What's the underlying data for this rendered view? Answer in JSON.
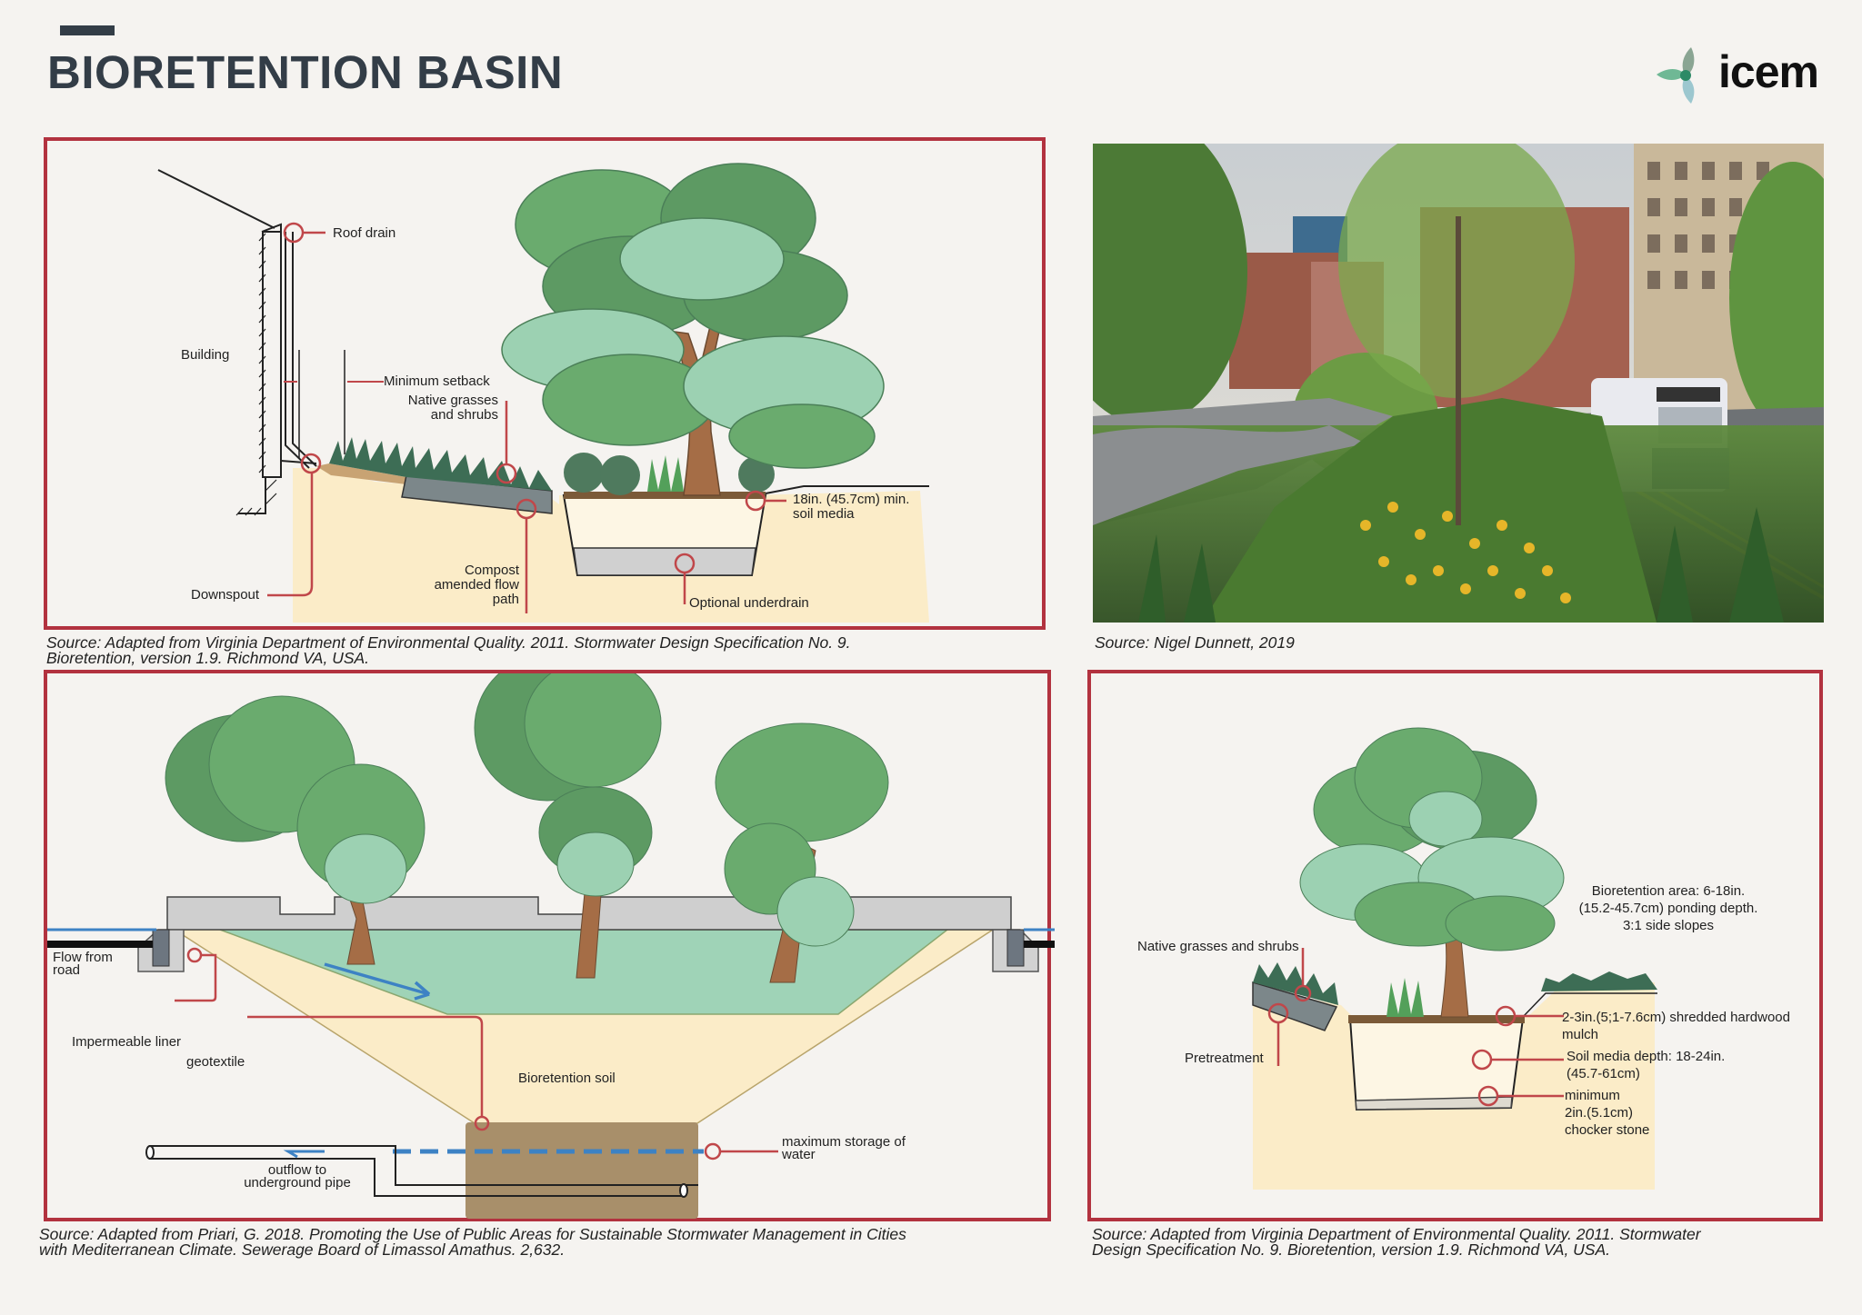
{
  "page": {
    "title": "BIORETENTION BASIN",
    "logo": {
      "text": "icem",
      "icon": "leaf-trefoil-icon",
      "colors": [
        "#6fb895",
        "#8aa593",
        "#9cc7cf",
        "#2d8a66"
      ]
    }
  },
  "colors": {
    "panel_border": "#b2323f",
    "callout": "#c0474a",
    "soil": "#fbecc8",
    "water": "#9fd3b7",
    "gravel": "#a88f6a",
    "foliage_dark": "#5d9a63",
    "foliage_mid": "#6aab6e",
    "foliage_light": "#9cd1b2",
    "trunk": "#a56d46"
  },
  "panels": {
    "top_left": {
      "labels": {
        "roof_drain": "Roof drain",
        "building": "Building",
        "minimum_setback": "Minimum setback",
        "native_grasses_1": "Native grasses",
        "native_grasses_2": "and shrubs",
        "soil_media_1": "18in. (45.7cm) min.",
        "soil_media_2": "soil media",
        "downspout": "Downspout",
        "compost_1": "Compost",
        "compost_2": "amended flow",
        "compost_3": "path",
        "underdrain": "Optional underdrain"
      },
      "caption_1": "Source: Adapted from Virginia Department of Environmental Quality. 2011. Stormwater Design Specification No. 9.",
      "caption_2": "Bioretention, version 1.9. Richmond VA, USA."
    },
    "top_right": {
      "photo_alt": "Street bioretention planting with flowering perennials, grasses, tree, walkway and bus",
      "caption": "Source: Nigel Dunnett, 2019"
    },
    "bottom_left": {
      "labels": {
        "flow_1": "Flow from",
        "flow_2": "road",
        "impermeable_liner": "Impermeable liner",
        "geotextile": "geotextile",
        "bioretention_soil": "Bioretention soil",
        "max_storage_1": "maximum storage of",
        "max_storage_2": "water",
        "outflow_1": "outflow to",
        "outflow_2": "underground pipe"
      },
      "caption_1": "Source: Adapted from Priari, G. 2018. Promoting the Use of Public Areas for Sustainable Stormwater Management in Cities",
      "caption_2": "with Mediterranean Climate. Sewerage Board of Limassol Amathus. 2,632."
    },
    "bottom_right": {
      "labels": {
        "area_1": "Bioretention area: 6-18in.",
        "area_2": "(15.2-45.7cm) ponding depth.",
        "area_3": "3:1 side slopes",
        "native_grasses": "Native grasses and shrubs",
        "pretreatment": "Pretreatment",
        "mulch_1": "2-3in.(5;1-7.6cm) shredded hardwood",
        "mulch_2": "mulch",
        "soil_1": "Soil media depth: 18-24in.",
        "soil_2": "(45.7-61cm)",
        "stone_1": "minimum",
        "stone_2": "2in.(5.1cm)",
        "stone_3": "chocker stone"
      },
      "caption_1": "Source: Adapted from Virginia Department of Environmental Quality. 2011. Stormwater",
      "caption_2": "Design Specification No. 9. Bioretention, version 1.9. Richmond VA, USA."
    }
  }
}
